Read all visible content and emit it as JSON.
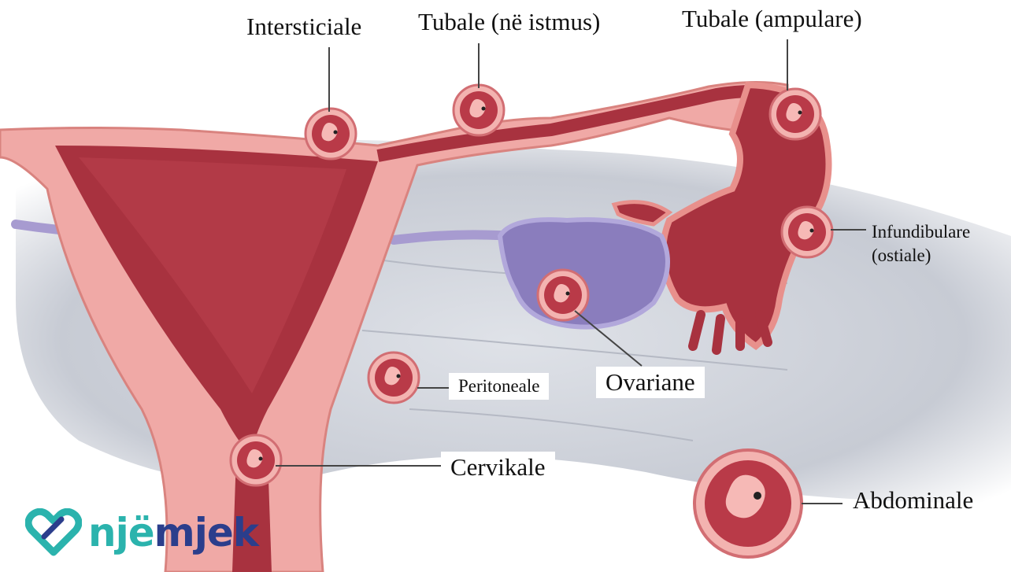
{
  "labels": {
    "intersticiale": "Intersticiale",
    "tubale_istmus": "Tubale (në istmus)",
    "tubale_ampulare": "Tubale (ampulare)",
    "infundibulare_line1": "Infundibulare",
    "infundibulare_line2": "(ostiale)",
    "peritoneale": "Peritoneale",
    "ovariane": "Ovariane",
    "cervikale": "Cervikale",
    "abdominale": "Abdominale"
  },
  "logo": {
    "brand_part1": "një",
    "brand_part2": "mjek",
    "colors": {
      "teal": "#2bb3ad",
      "navy": "#2b3e8c"
    }
  },
  "colors": {
    "tissue_light": "#f0a9a6",
    "tissue_dark": "#a8323f",
    "ovary": "#8a7dbd",
    "background_grey": "#c9cdd6"
  }
}
